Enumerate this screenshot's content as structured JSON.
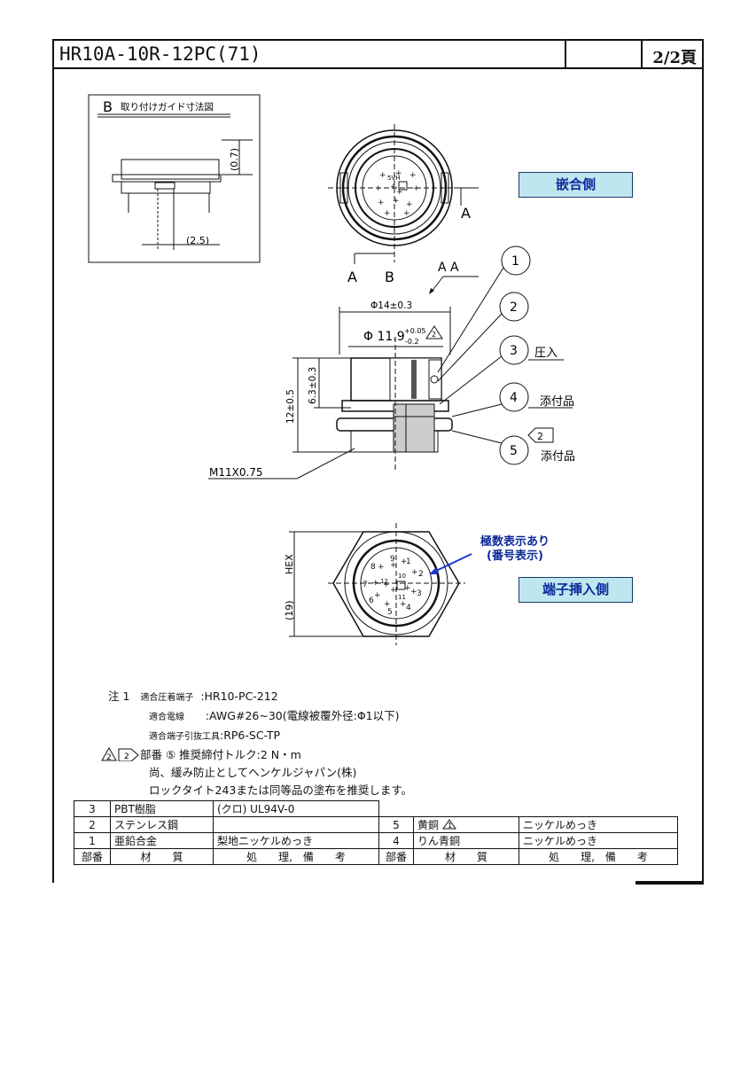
{
  "header": {
    "part_number": "HR10A-10R-12PC(71)",
    "page": "2/2頁"
  },
  "guide_view": {
    "title": "取り付けガイド寸法図",
    "marker": "B",
    "dim_07": "(0.7)",
    "dim_25": "(2.5)"
  },
  "front_view": {
    "label": "嵌合側",
    "section_mark": "A",
    "view_mark_a": "A",
    "view_mark_b": "B",
    "key_mark": "5VH"
  },
  "section_view": {
    "title": "A A",
    "dia_outer": "Φ14±0.3",
    "dia_inner": "Φ 11.9",
    "dia_inner_tol_plus": "+0.05",
    "dia_inner_tol_minus": "-0.2",
    "dia_inner_rev": "2",
    "height_total": "12±0.5",
    "height_body": "6.3±0.3",
    "thread": "M11X0.75",
    "callouts": [
      {
        "num": "1",
        "text": ""
      },
      {
        "num": "2",
        "text": ""
      },
      {
        "num": "3",
        "text": "圧入"
      },
      {
        "num": "4",
        "text": "添付品"
      },
      {
        "num": "5",
        "text": "添付品"
      }
    ],
    "rev_flag": "2"
  },
  "rear_view": {
    "label": "端子挿入側",
    "callout": [
      "極数表示あり",
      "(番号表示)"
    ],
    "hex_label": "HEX",
    "hex_dim": "(19)",
    "pins": [
      "1",
      "2",
      "3",
      "4",
      "5",
      "6",
      "7",
      "8",
      "9",
      "10",
      "11",
      "12"
    ]
  },
  "notes": {
    "note_mark": "注 1",
    "line1_label": "適合圧着端子",
    "line1_value": ":HR10-PC-212",
    "line2_label": "適合電線",
    "line2_value": ":AWG#26~30(電線被覆外径:Φ1以下)",
    "line3_label": "適合端子引抜工具",
    "line3_value": ":RP6-SC-TP",
    "rev1": "2",
    "rev2": "2",
    "line4": "部番 ⑤ 推奨締付トルク:2 N・m",
    "line5": "尚、緩み防止としてヘンケルジャパン(株)",
    "line6": "ロックタイト243または同等品の塗布を推奨します。"
  },
  "parts_table": {
    "left_rows": [
      {
        "no": "3",
        "material": "PBT樹脂",
        "treatment": "(クロ) UL94V-0"
      },
      {
        "no": "2",
        "material": "ステンレス鋼",
        "treatment": ""
      },
      {
        "no": "1",
        "material": "亜鉛合金",
        "treatment": "梨地ニッケルめっき"
      }
    ],
    "right_rows": [
      {
        "no": "5",
        "material": "黄銅",
        "rev": "1",
        "treatment": "ニッケルめっき"
      },
      {
        "no": "4",
        "material": "りん青銅",
        "rev": "",
        "treatment": "ニッケルめっき"
      }
    ],
    "headers": {
      "no": "部番",
      "material": "材　　質",
      "treatment": "処　　理,　備　　考"
    }
  }
}
